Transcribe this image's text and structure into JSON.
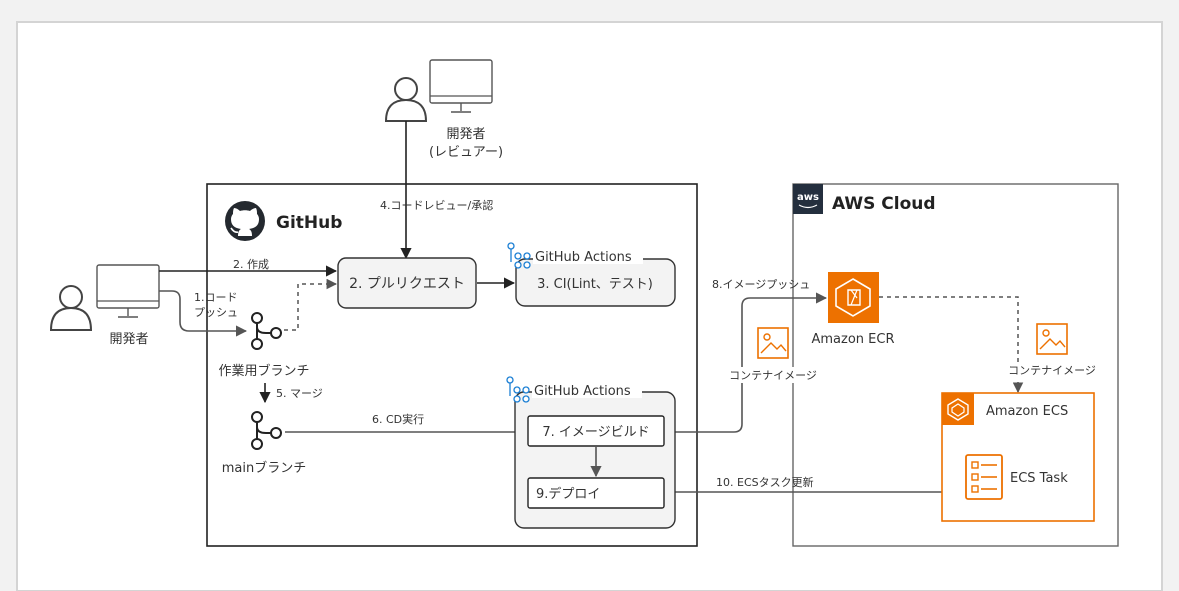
{
  "actors": {
    "developer": "開発者",
    "reviewer_line1": "開発者",
    "reviewer_line2": "(レビュアー)"
  },
  "github": {
    "title": "GitHub"
  },
  "aws": {
    "logo_text": "aws",
    "title": "AWS Cloud"
  },
  "github_actions": {
    "ci_group": "GitHub Actions",
    "cd_group": "GitHub Actions"
  },
  "nodes": {
    "pull_request": "2. プルリクエスト",
    "ci": "3. CI(Lint、テスト)",
    "image_build": "7. イメージビルド",
    "deploy": "9.デプロイ",
    "ecr": "Amazon ECR",
    "ecs": "Amazon ECS",
    "ecs_task": "ECS Task",
    "work_branch": "作業用ブランチ",
    "main_branch": "mainブランチ",
    "container_image_1": "コンテナイメージ",
    "container_image_2": "コンテナイメージ"
  },
  "edges": {
    "push_line1": "1.コード",
    "push_line2": "プッシュ",
    "create": "2. 作成",
    "review": "4.コードレビュー/承認",
    "merge": "5. マージ",
    "cd_run": "6. CD実行",
    "image_push": "8.イメージプッシュ",
    "ecs_update": "10. ECSタスク更新"
  },
  "colors": {
    "aws_orange": "#ed7100",
    "github_dark": "#24292f",
    "actions_blue": "#1b7fd4",
    "box_fill": "#f3f3f3"
  },
  "icons": [
    "person-icon",
    "monitor-icon",
    "github-logo-icon",
    "github-actions-icon",
    "git-branch-icon",
    "aws-logo-icon",
    "ecr-icon",
    "ecs-icon",
    "ecs-task-icon",
    "image-icon"
  ]
}
